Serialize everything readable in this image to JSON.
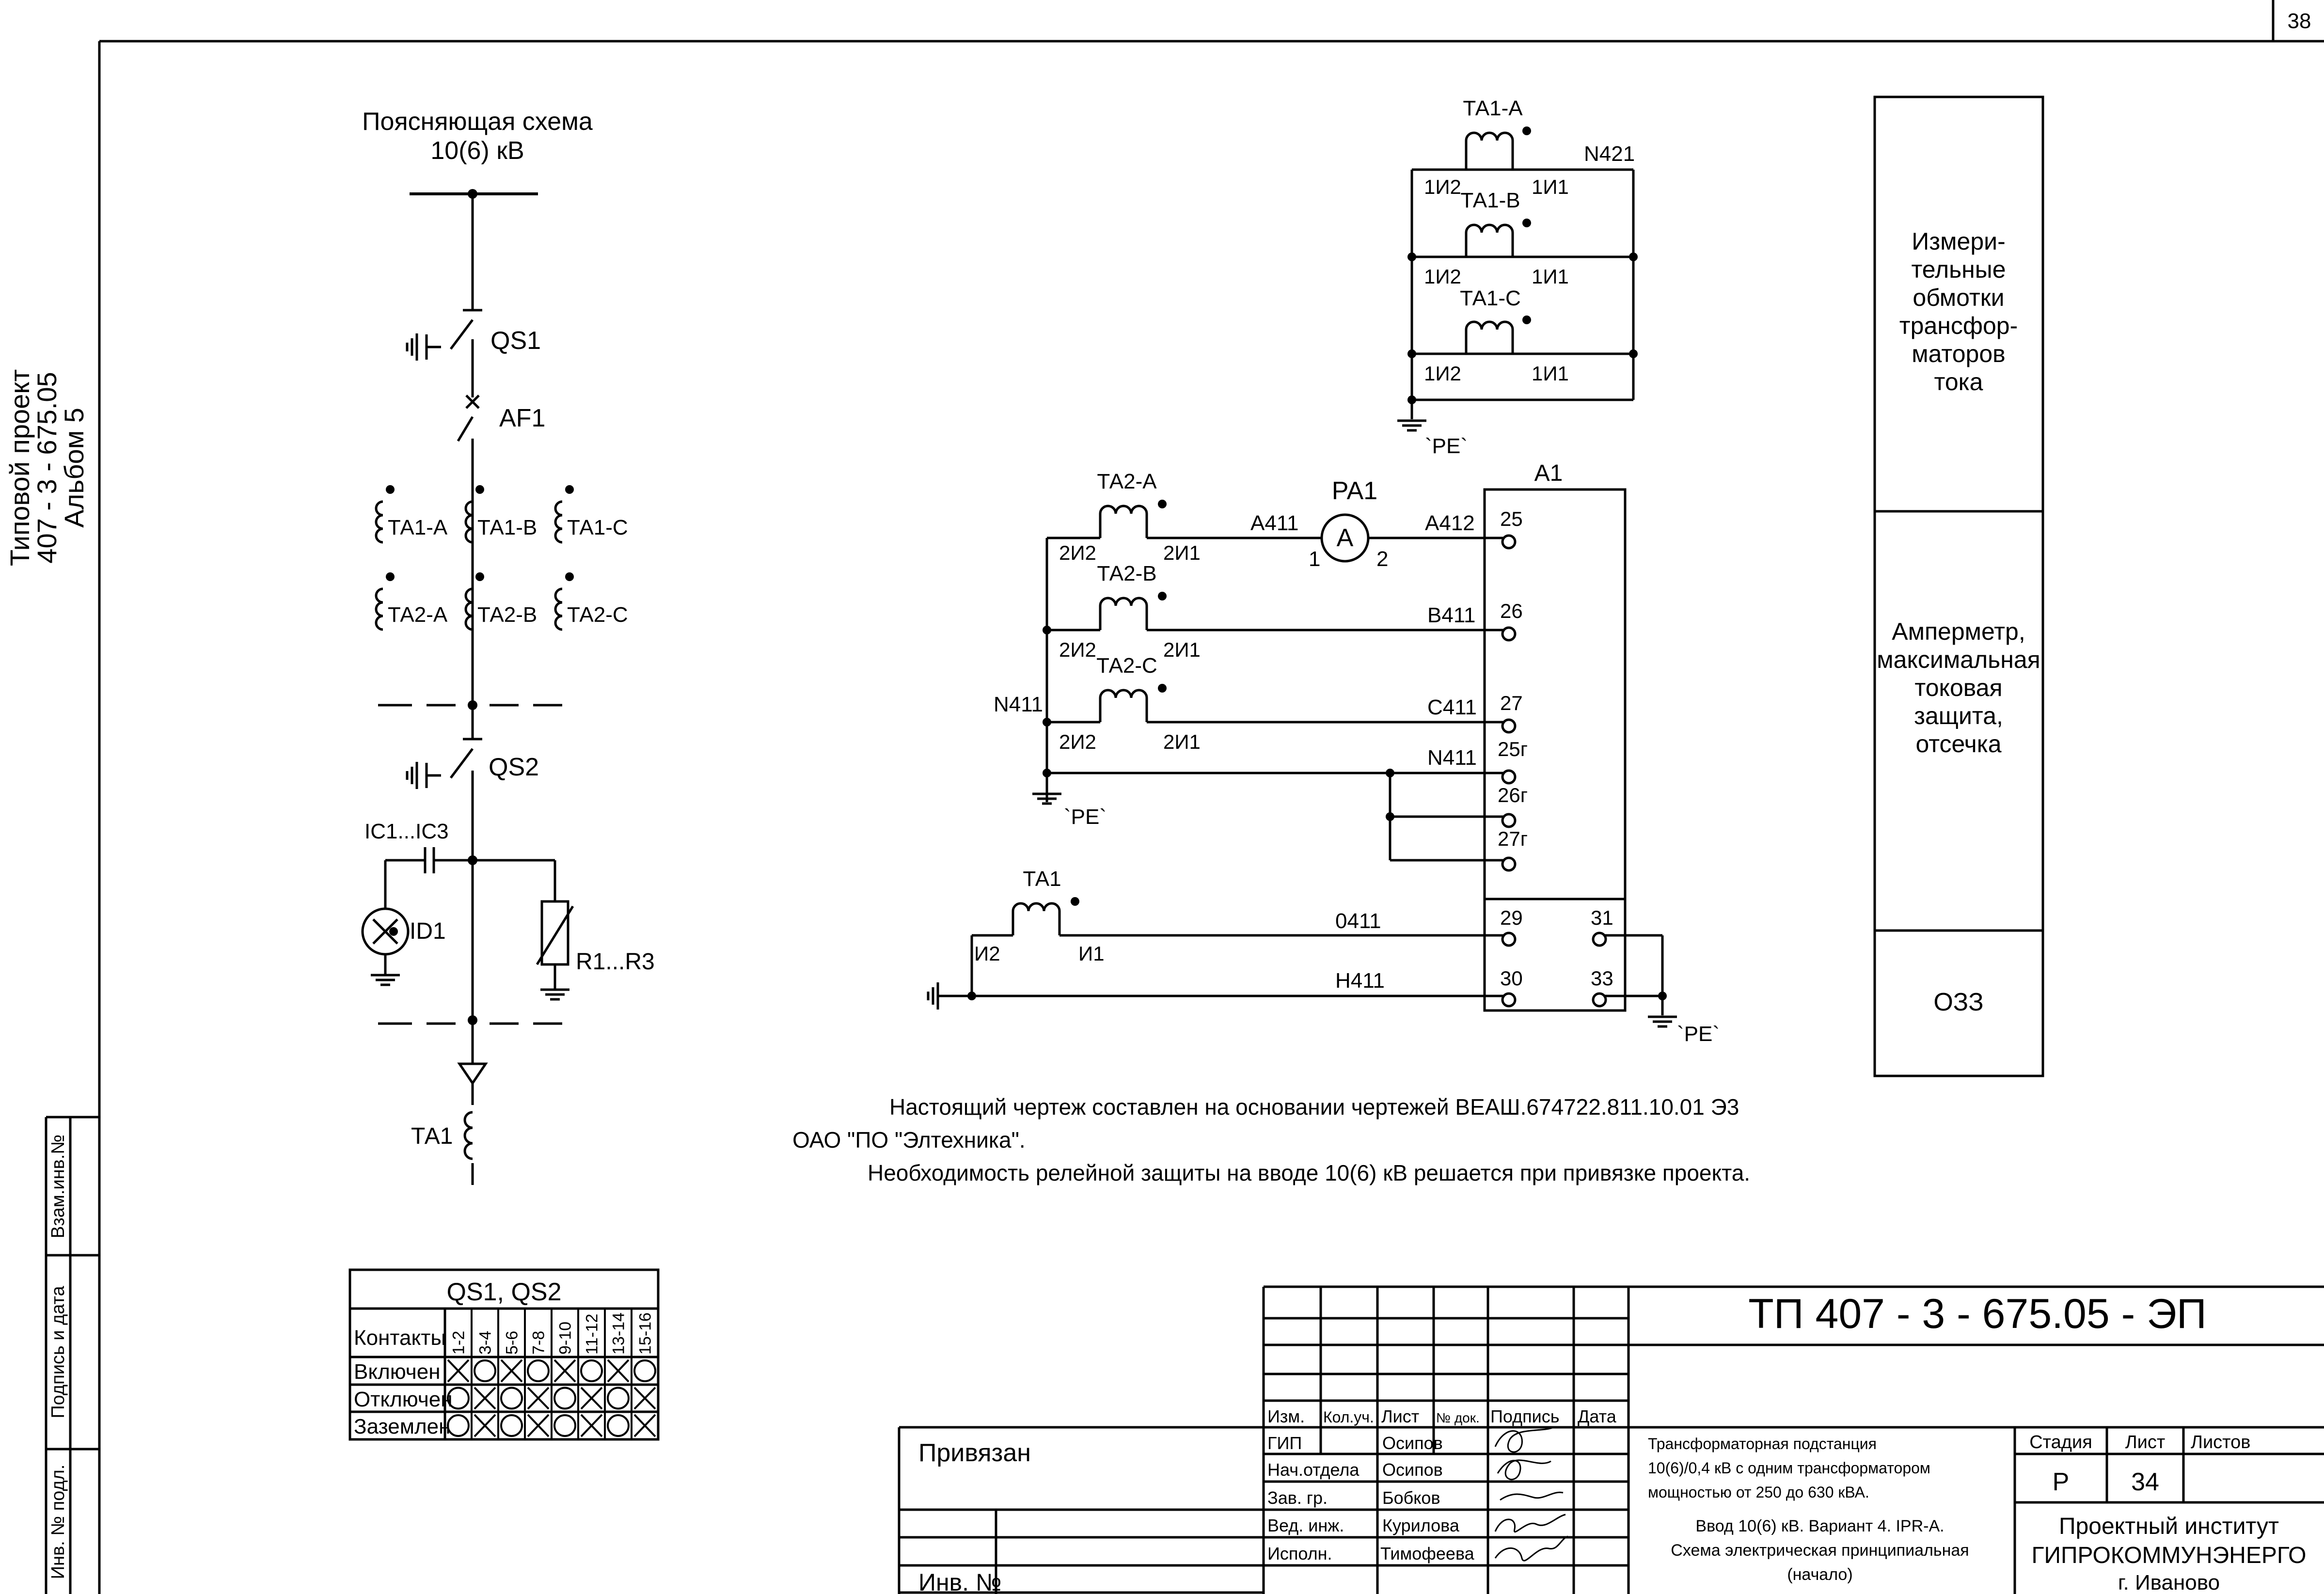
{
  "sheet_number": "38",
  "side_stamp": {
    "line1": "Типовой проект",
    "line2": "407 - 3 - 675.05",
    "line3": "Альбом 5"
  },
  "side_fields": [
    "Взам.инв.№",
    "Подпись и дата",
    "Инв. № подл."
  ],
  "explanatory": {
    "title": "Поясняющая схема",
    "voltage": "10(6) кВ",
    "QS1": "QS1",
    "AF1": "AF1",
    "ta_row1": [
      "ТА1-А",
      "ТА1-В",
      "ТА1-С"
    ],
    "ta_row2": [
      "ТА2-А",
      "ТА2-В",
      "ТА2-С"
    ],
    "QS2": "QS2",
    "IC": "IC1...IC3",
    "ID1": "ID1",
    "R": "R1...R3",
    "TA1": "ТА1"
  },
  "measuring_ct": {
    "TA_A": "ТА1-А",
    "TA_B": "ТА1-В",
    "TA_C": "ТА1-С",
    "N421": "N421",
    "i2": "1И2",
    "i1": "1И1",
    "PE": "`РЕ`"
  },
  "protection": {
    "TA_A": "ТА2-А",
    "TA_B": "ТА2-В",
    "TA_C": "ТА2-С",
    "i2": "2И2",
    "i1": "2И1",
    "N411_left": "N411",
    "PE_left": "`РЕ`",
    "PA1": "PA1",
    "PA1_symbol": "A",
    "pin1": "1",
    "pin2": "2",
    "A411": "А411",
    "A412": "А412",
    "B411": "В411",
    "C411": "С411",
    "N411": "N411",
    "A1": "А1",
    "term25": "25",
    "term26": "26",
    "term27": "27",
    "term25g": "25г",
    "term26g": "26г",
    "term27g": "27г",
    "term29": "29",
    "term30": "30",
    "term31": "31",
    "term33": "33",
    "TA1": "ТА1",
    "ti2": "И2",
    "ti1": "И1",
    "w0411": "0411",
    "wH411": "Н411",
    "PE_right": "`РЕ`"
  },
  "right_panel": {
    "box1": [
      "Измери-",
      "тельные",
      "обмотки",
      "трансфор-",
      "маторов",
      "тока"
    ],
    "box2": [
      "Амперметр,",
      "максимальная",
      "токовая",
      "защита,",
      "отсечка"
    ],
    "box3": "ОЗЗ"
  },
  "notes": {
    "line1": "Настоящий чертеж составлен на основании чертежей ВЕАШ.674722.811.10.01 Э3",
    "line2": "ОАО \"ПО \"Элтехника\".",
    "line3": "Необходимость релейной защиты на вводе 10(6) кВ решается при привязке проекта."
  },
  "switch_table": {
    "title": "QS1, QS2",
    "header": "Контакты",
    "contacts": [
      "1-2",
      "3-4",
      "5-6",
      "7-8",
      "9-10",
      "11-12",
      "13-14",
      "15-16"
    ],
    "rows": [
      {
        "label": "Включен",
        "states": [
          "X",
          "O",
          "X",
          "O",
          "X",
          "O",
          "X",
          "O"
        ]
      },
      {
        "label": "Отключен",
        "states": [
          "O",
          "X",
          "O",
          "X",
          "O",
          "X",
          "O",
          "X"
        ]
      },
      {
        "label": "Заземлен",
        "states": [
          "O",
          "X",
          "O",
          "X",
          "O",
          "X",
          "O",
          "X"
        ]
      }
    ]
  },
  "title_block": {
    "code": "ТП  407 - 3 - 675.05 - ЭП",
    "privyazan": "Привязан",
    "inv": "Инв. №",
    "col_headers": [
      "Изм.",
      "Кол.уч.",
      "Лист",
      "№ док.",
      "Подпись",
      "Дата"
    ],
    "roles": [
      "ГИП",
      "Нач.отдела",
      "Зав. гр.",
      "Вед. инж.",
      "Исполн."
    ],
    "names": [
      "Осипов",
      "Осипов",
      "Бобков",
      "Курилова",
      "Тимофеева"
    ],
    "object_lines": [
      "Трансформаторная подстанция",
      "10(6)/0,4 кВ с одним трансформатором",
      "мощностью от 250 до 630 кВА."
    ],
    "sheet_title_lines": [
      "Ввод 10(6) кВ. Вариант 4. IPR-A.",
      "Схема электрическая принципиальная",
      "(начало)"
    ],
    "stage_label": "Стадия",
    "sheet_label": "Лист",
    "sheets_label": "Листов",
    "stage": "Р",
    "sheet": "34",
    "org_lines": [
      "Проектный институт",
      "ГИПРОКОММУНЭНЕРГО",
      "г. Иваново"
    ]
  }
}
